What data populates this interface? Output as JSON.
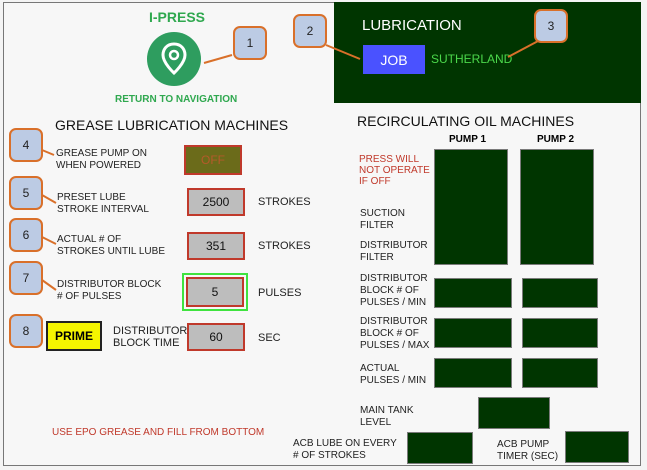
{
  "header": {
    "title": "I-PRESS",
    "return_nav": "RETURN TO NAVIGATION",
    "nav_icon": "location-pin-icon",
    "lubrication_title": "LUBRICATION",
    "job_button": "JOB",
    "job_name": "SUTHERLAND"
  },
  "callouts": [
    "1",
    "2",
    "3",
    "4",
    "5",
    "6",
    "7",
    "8"
  ],
  "grease": {
    "title": "GREASE LUBRICATION MACHINES",
    "pump_on_label_1": "GREASE PUMP ON",
    "pump_on_label_2": "WHEN POWERED",
    "pump_on_value": "OFF",
    "preset_label_1": "PRESET LUBE",
    "preset_label_2": "STROKE INTERVAL",
    "preset_value": "2500",
    "preset_unit": "STROKES",
    "actual_label_1": "ACTUAL # OF",
    "actual_label_2": "STROKES UNTIL LUBE",
    "actual_value": "351",
    "actual_unit": "STROKES",
    "block_label_1": "DISTRIBUTOR BLOCK",
    "block_label_2": "# OF PULSES",
    "block_value": "5",
    "block_unit": "PULSES",
    "prime_button": "PRIME",
    "block_time_label_1": "DISTRIBUTOR",
    "block_time_label_2": "BLOCK TIME",
    "block_time_value": "60",
    "block_time_unit": "SEC",
    "note": "USE EPO GREASE AND FILL FROM BOTTOM"
  },
  "recirc": {
    "title": "RECIRCULATING OIL MACHINES",
    "pump1": "PUMP 1",
    "pump2": "PUMP 2",
    "warning_1": "PRESS WILL",
    "warning_2": "NOT OPERATE",
    "warning_3": "IF OFF",
    "suction_1": "SUCTION",
    "suction_2": "FILTER",
    "distfilter_1": "DISTRIBUTOR",
    "distfilter_2": "FILTER",
    "ppm_1": "DISTRIBUTOR",
    "ppm_2": "BLOCK # OF",
    "ppm_3": "PULSES / MIN",
    "ppmax_1": "DISTRIBUTOR",
    "ppmax_2": "BLOCK # OF",
    "ppmax_3": "PULSES / MAX",
    "actual_1": "ACTUAL",
    "actual_2": "PULSES / MIN",
    "tank_1": "MAIN TANK",
    "tank_2": "LEVEL",
    "acb_lube_1": "ACB LUBE ON EVERY",
    "acb_lube_2": "# OF STROKES",
    "acb_timer_1": "ACB PUMP",
    "acb_timer_2": "TIMER (SEC)"
  },
  "colors": {
    "panel_dark_green": "#003500",
    "job_blue": "#4a52ff",
    "accent_green": "#2fa84f",
    "warning_red": "#c0392b",
    "prime_yellow": "#f5f500",
    "callout_fill": "#bccbe4",
    "callout_border": "#d9702a"
  }
}
